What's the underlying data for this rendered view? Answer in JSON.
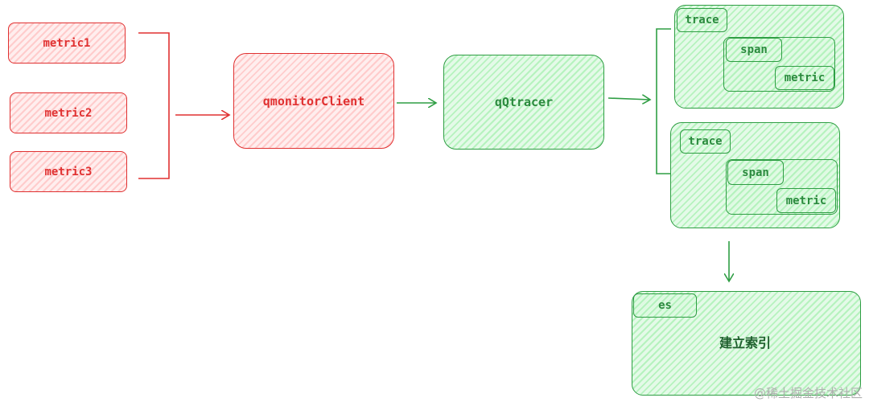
{
  "metrics": [
    "metric1",
    "metric2",
    "metric3"
  ],
  "client": "qmonitorClient",
  "tracer": "qQtracer",
  "trace_groups": [
    {
      "trace": "trace",
      "span": "span",
      "metric": "metric"
    },
    {
      "trace": "trace",
      "span": "span",
      "metric": "metric"
    }
  ],
  "es": {
    "label": "es",
    "action": "建立索引"
  },
  "watermark": "@稀土掘金技术社区",
  "colors": {
    "red_stroke": "#e03131",
    "green_stroke": "#2f9e44"
  }
}
